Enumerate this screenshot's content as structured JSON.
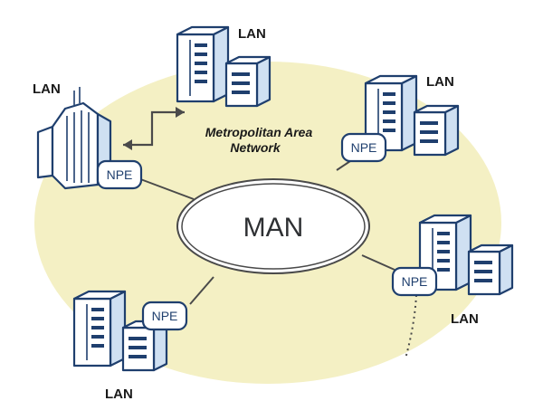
{
  "diagram": {
    "center_label": "MAN",
    "title_line1": "Metropolitan Area",
    "title_line2": "Network",
    "node_label": "NPE",
    "lan_label": "LAN",
    "colors": {
      "background_ellipse": "#f4f0c4",
      "outline": "#1f3f6e",
      "accent_fill": "#cfe0f2",
      "link": "#4a4a4a"
    },
    "nodes": [
      {
        "id": "building-west",
        "lan": "LAN",
        "npe": "NPE"
      },
      {
        "id": "server-top",
        "lan": "LAN"
      },
      {
        "id": "server-northeast",
        "lan": "LAN",
        "npe": "NPE"
      },
      {
        "id": "server-east",
        "lan": "LAN",
        "npe": "NPE"
      },
      {
        "id": "server-southwest",
        "lan": "LAN",
        "npe": "NPE"
      }
    ]
  }
}
